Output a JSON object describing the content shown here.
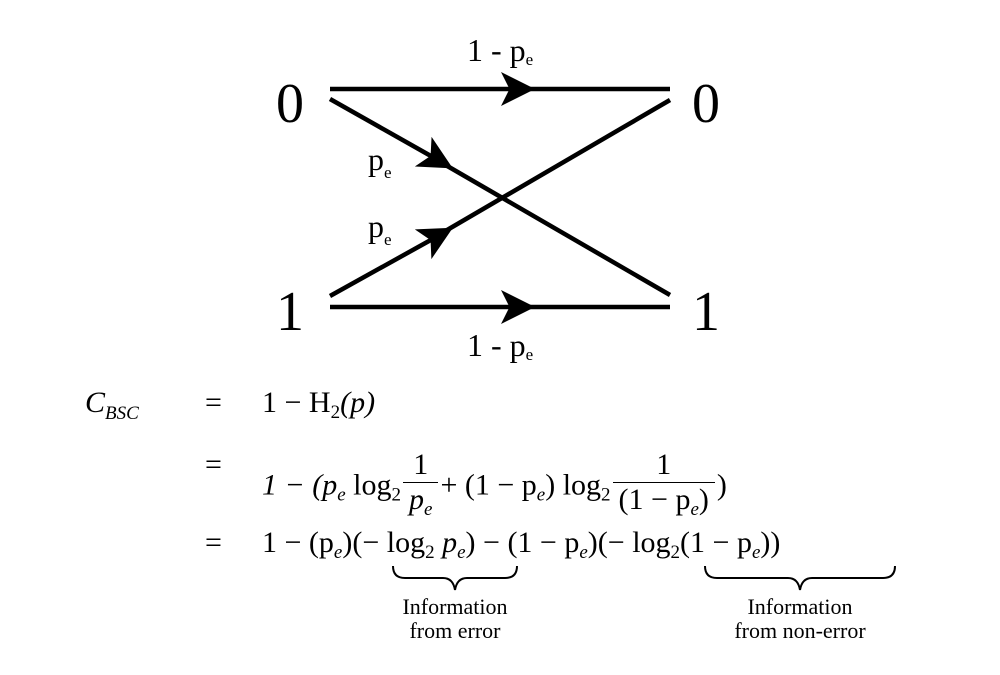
{
  "diagram": {
    "left_nodes": [
      "0",
      "1"
    ],
    "right_nodes": [
      "0",
      "1"
    ],
    "edges": [
      {
        "from": "0",
        "to": "0",
        "label_main": "1 - p",
        "label_sub": "e"
      },
      {
        "from": "0",
        "to": "1",
        "label_main": "p",
        "label_sub": "e"
      },
      {
        "from": "1",
        "to": "0",
        "label_main": "p",
        "label_sub": "e"
      },
      {
        "from": "1",
        "to": "1",
        "label_main": "1 - p",
        "label_sub": "e"
      }
    ]
  },
  "equations": {
    "lhs_main": "C",
    "lhs_sub": "BSC",
    "equals": "=",
    "line1_rhs": "1 − H",
    "line1_sub": "2",
    "line1_arg": "(p)",
    "line2_prefix": "1 − (p",
    "line2_log": "log",
    "line2_frac1_num": "1",
    "line2_frac1_den": "p",
    "line2_mid": "+ (1 − p",
    "line2_mid2": ") log",
    "line2_frac2_num": "1",
    "line2_frac2_den_open": "(1 − p",
    "line2_frac2_den_close": ")",
    "line2_end": ")",
    "line3_part1": "1 − (p",
    "line3_part2": ")(− log",
    "line3_part3": "p",
    "line3_part4": ") − (1 − p",
    "line3_part5": ")(− log",
    "line3_part6": "(1 − p",
    "line3_part7": "))",
    "sub_e": "e",
    "sub_2": "2"
  },
  "annotations": {
    "left_caption": [
      "Information",
      "from error"
    ],
    "right_caption": [
      "Information",
      "from non-error"
    ]
  }
}
